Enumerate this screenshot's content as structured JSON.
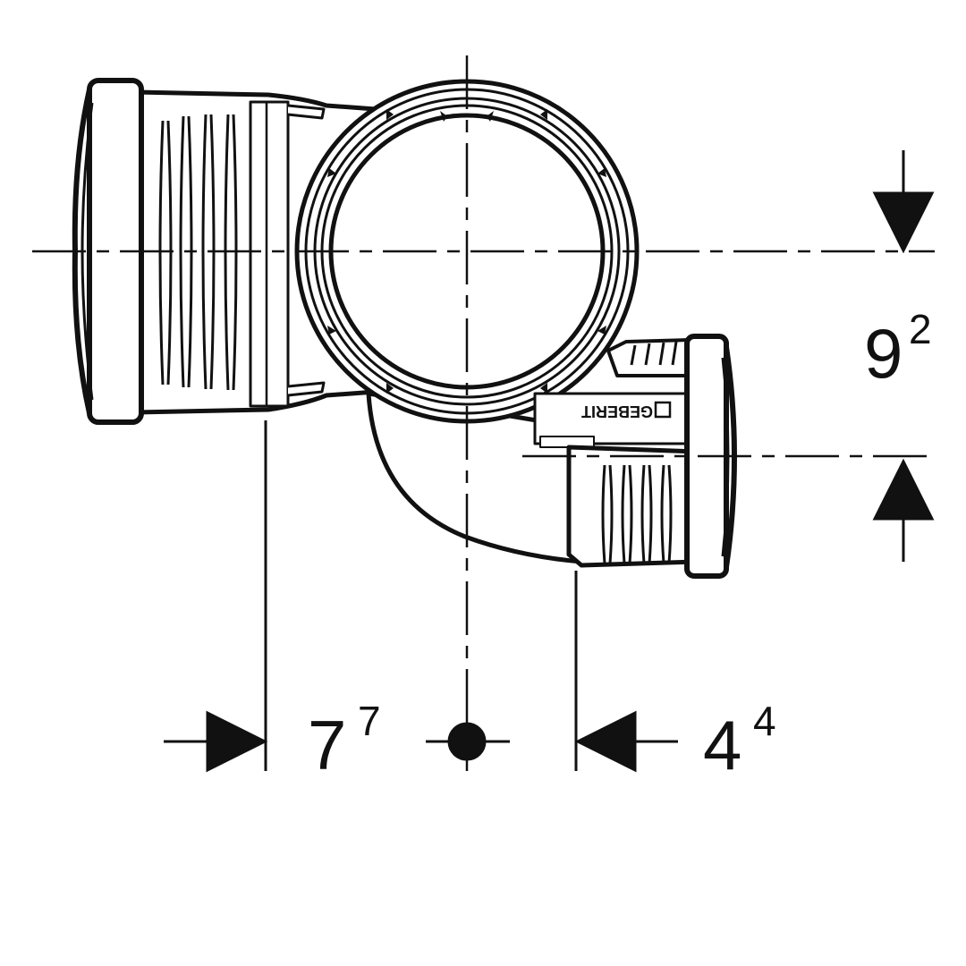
{
  "colors": {
    "line": "#111111",
    "fill": "#ffffff"
  },
  "brand": {
    "label": "GEBERIT"
  },
  "dimensions": {
    "vertical_offset": {
      "main": "9",
      "sup": "2"
    },
    "left_offset": {
      "main": "7",
      "sup": "7"
    },
    "right_offset": {
      "main": "4",
      "sup": "4"
    }
  }
}
